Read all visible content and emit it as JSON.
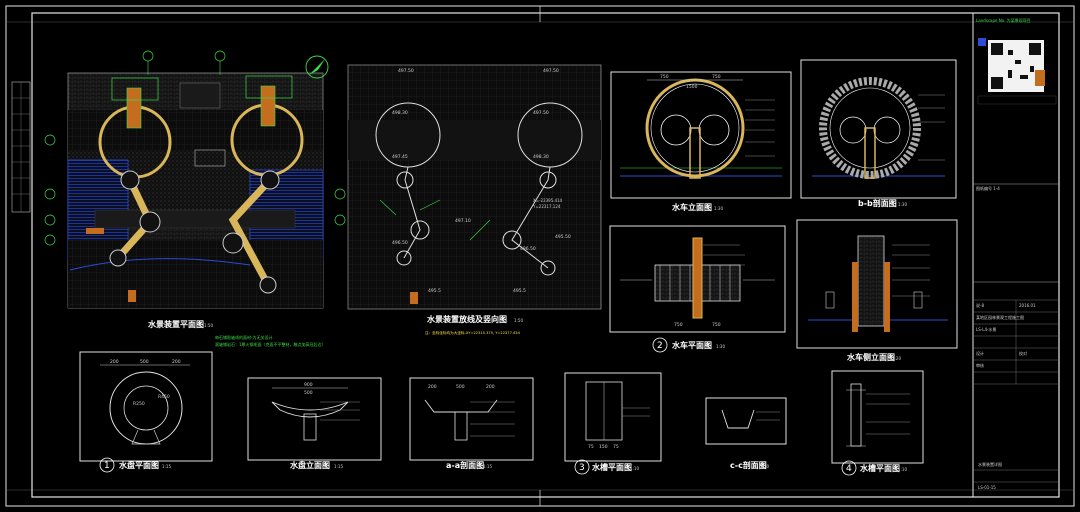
{
  "drawings": {
    "plan1": {
      "title": "水景装置平面图",
      "scale": "1:50"
    },
    "plan1_note_line1": "每石铺贴轴线的面材-为无关设计",
    "plan1_note_line2": "滚轴铺岩石：1厚火钢毛面（克面不平整材，触点加高冠后边）",
    "plan2": {
      "title": "水景装置放线及竖向图",
      "scale": "1:50"
    },
    "plan2_labels": {
      "top_left": "497.50",
      "top_right": "497.50",
      "elev_a": "498.30",
      "elev_b": "497.45",
      "elev_c": "497.50",
      "elev_d": "498.30",
      "elev_e": "497.10",
      "elev_f": "496.50",
      "elev_g": "495.50",
      "elev_h": "496.50",
      "coord_a": "X=-22395.414",
      "coord_b": "Y=22317.124",
      "bottom_a": "495.5",
      "bottom_b": "495.5",
      "bottom_note": "注：坐标坐标均为大坐标-XY=22315.375, Y=22377.434"
    },
    "wheel_elev": {
      "title": "水车立面图",
      "scale": "1:30",
      "dims": [
        "750",
        "750",
        "1500"
      ]
    },
    "wheel_section": {
      "title": "b-b剖面图",
      "scale": "1:30"
    },
    "wheel_plan": {
      "num": "2",
      "title": "水车平面图",
      "scale": "1:30",
      "dims": [
        "750",
        "750"
      ]
    },
    "wheel_side": {
      "title": "水车侧立面图",
      "scale": "1:20"
    },
    "basin_plan": {
      "num": "1",
      "title": "水盘平面图",
      "scale": "1:15",
      "dims": [
        "200",
        "500",
        "200"
      ],
      "r1": "R250",
      "r2": "R450"
    },
    "basin_elev": {
      "title": "水盘立面图",
      "scale": "1:15",
      "dims": [
        "900",
        "500"
      ]
    },
    "aa_section": {
      "title": "a-a剖面图",
      "scale": "1:15",
      "dims": [
        "200",
        "500",
        "200"
      ]
    },
    "trough_plan": {
      "num": "3",
      "title": "水槽平面图",
      "scale": "1:10",
      "dims": [
        "75",
        "150",
        "75"
      ]
    },
    "cc_section": {
      "title": "c-c剖面图",
      "scale": "1:10"
    },
    "trough_elev": {
      "num": "4",
      "title": "水槽平面图",
      "scale": "1:10"
    }
  },
  "titleblock": {
    "header_line": "Landscape No. 为某景观项目",
    "row1": "图纸编号 1-4",
    "row2": "说-8",
    "row3": "2016.01",
    "row4": "某地区园林景观工程施工图",
    "row5": "LS-L4-水景",
    "row6": "设计",
    "row7": "校对",
    "row8": "审核",
    "footer": "水景装置详图",
    "sheet": "LS-01-15"
  },
  "colors": {
    "bg": "#000000",
    "frame": "#e6e6e6",
    "line_green": "#3ddc4a",
    "line_blue": "#2c4bd6",
    "water_brown": "#c46d1f",
    "wheel_yellow": "#d9b65a",
    "dim_white": "#d0d0d0"
  }
}
